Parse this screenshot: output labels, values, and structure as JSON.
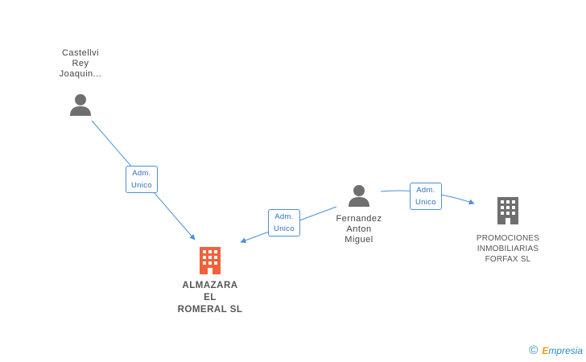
{
  "colors": {
    "edge": "#4a90d9",
    "person_icon": "#6f6f6f",
    "company_main_icon": "#f0623a",
    "company_icon": "#6f6f6f"
  },
  "nodes": {
    "person_castellvi": {
      "lines": [
        "Castellvi",
        "Rey",
        "Joaquin..."
      ],
      "icon": "person-icon"
    },
    "person_fernandez": {
      "lines": [
        "Fernandez",
        "Anton",
        "Miguel"
      ],
      "icon": "person-icon"
    },
    "company_almazara": {
      "lines": [
        "ALMAZARA",
        "EL",
        "ROMERAL SL"
      ],
      "icon": "building-icon"
    },
    "company_promociones": {
      "lines": [
        "PROMOCIONES",
        "INMOBILIARIAS",
        "FORFAX SL"
      ],
      "icon": "building-icon"
    }
  },
  "relations": [
    {
      "from": "person_castellvi",
      "to": "company_almazara",
      "label": [
        "Adm.",
        "Unico"
      ]
    },
    {
      "from": "person_fernandez",
      "to": "company_almazara",
      "label": [
        "Adm.",
        "Unico"
      ]
    },
    {
      "from": "person_fernandez",
      "to": "company_promociones",
      "label": [
        "Adm.",
        "Unico"
      ]
    }
  ],
  "footer": {
    "copyright": "©",
    "brand_initial": "E",
    "brand_rest": "mpresia"
  }
}
